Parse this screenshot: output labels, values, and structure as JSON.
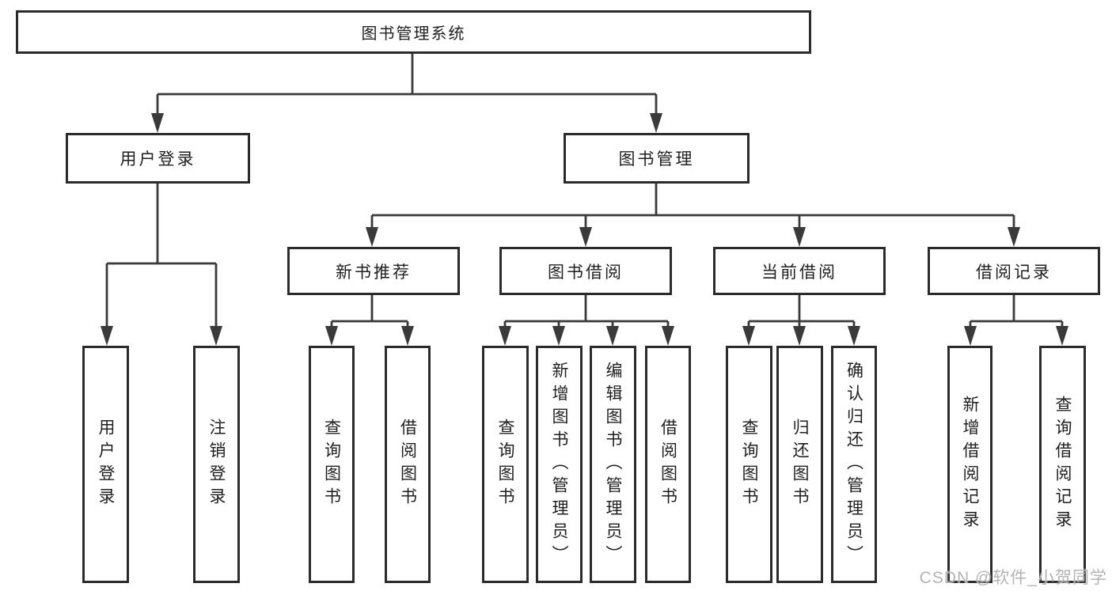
{
  "colors": {
    "line": "#3a3a3a",
    "border": "#2b2b2b",
    "text": "#1f1f1f",
    "bg": "#ffffff",
    "watermark": "#b3b3b3"
  },
  "diagram": {
    "root": {
      "label": "图书管理系统",
      "children": [
        {
          "label": "用户登录",
          "children": [
            {
              "label": "用户登录"
            },
            {
              "label": "注销登录"
            }
          ]
        },
        {
          "label": "图书管理",
          "children": [
            {
              "label": "新书推荐",
              "children": [
                {
                  "label": "查询图书"
                },
                {
                  "label": "借阅图书"
                }
              ]
            },
            {
              "label": "图书借阅",
              "children": [
                {
                  "label": "查询图书"
                },
                {
                  "label": "新增图书（管理员）"
                },
                {
                  "label": "编辑图书（管理员）"
                },
                {
                  "label": "借阅图书"
                }
              ]
            },
            {
              "label": "当前借阅",
              "children": [
                {
                  "label": "查询图书"
                },
                {
                  "label": "归还图书"
                },
                {
                  "label": "确认归还（管理员）"
                }
              ]
            },
            {
              "label": "借阅记录",
              "children": [
                {
                  "label": "新增借阅记录"
                },
                {
                  "label": "查询借阅记录"
                }
              ]
            }
          ]
        }
      ]
    }
  },
  "watermark": {
    "text": "CSDN @软件_小贺同学"
  }
}
